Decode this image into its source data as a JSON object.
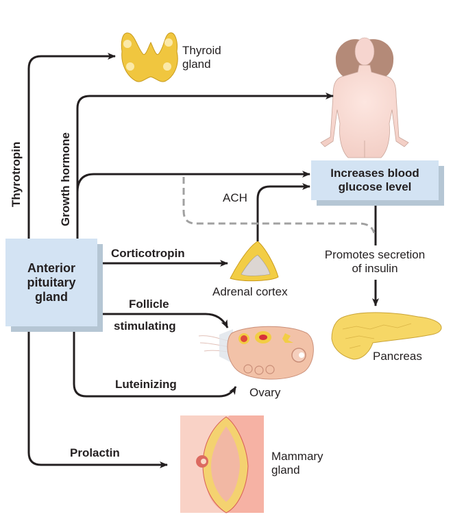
{
  "hormones": {
    "thyrotropin": "Thyrotropin",
    "growth_hormone": "Growth hormone",
    "corticotropin": "Corticotropin",
    "follicle_stimulating_line1": "Follicle",
    "follicle_stimulating_line2": "stimulating",
    "luteinizing": "Luteinizing",
    "prolactin": "Prolactin",
    "ach": "ACH"
  },
  "source": {
    "line1": "Anterior",
    "line2": "pituitary",
    "line3": "gland"
  },
  "targets": {
    "thyroid_line1": "Thyroid",
    "thyroid_line2": "gland",
    "adrenal": "Adrenal cortex",
    "ovary": "Ovary",
    "pancreas": "Pancreas",
    "mammary_line1": "Mammary",
    "mammary_line2": "gland"
  },
  "effects": {
    "glucose_line1": "Increases blood",
    "glucose_line2": "glucose level",
    "insulin_line1": "Promotes secretion",
    "insulin_line2": "of insulin"
  },
  "colors": {
    "box_fill": "#d3e3f3",
    "box_shadow": "#b5c6d4",
    "arrow": "#231f20",
    "dashed": "#a0a0a0",
    "gland_yellow": "#f2cd45",
    "skin": "#f6d5cf"
  }
}
